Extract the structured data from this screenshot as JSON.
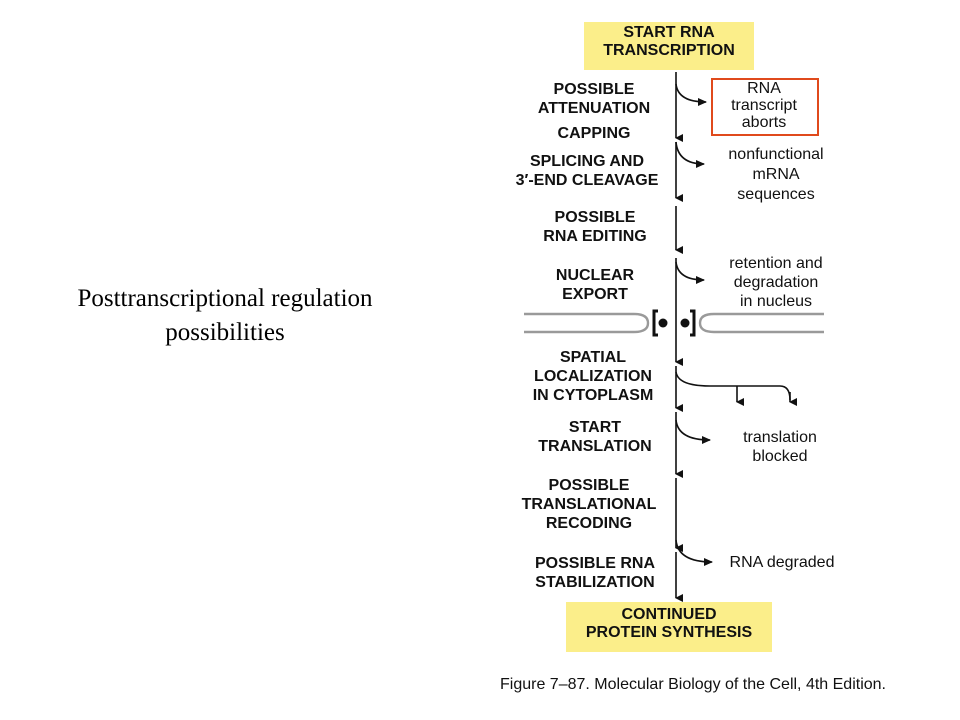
{
  "title": {
    "line1": "Posttranscriptional regulation",
    "line2": "possibilities"
  },
  "diagram": {
    "start_box": {
      "line1": "START RNA",
      "line2": "TRANSCRIPTION"
    },
    "steps": [
      "POSSIBLE\nATTENUATION",
      "CAPPING",
      "SPLICING AND\n3′-END CLEAVAGE",
      "POSSIBLE\nRNA EDITING",
      "NUCLEAR\nEXPORT",
      "SPATIAL\nLOCALIZATION\nIN CYTOPLASM",
      "START\nTRANSLATION",
      "POSSIBLE\nTRANSLATIONAL\nRECODING",
      "POSSIBLE RNA\nSTABILIZATION"
    ],
    "outcomes": [
      "RNA\ntranscript\naborts",
      "nonfunctional\nmRNA\nsequences",
      "retention and\ndegradation\nin nucleus",
      "translation\nblocked",
      "RNA degraded"
    ],
    "end_box": {
      "line1": "CONTINUED",
      "line2": "PROTEIN SYNTHESIS"
    },
    "highlight_color": "#e04a1c",
    "box_color": "#fbee8a"
  },
  "caption": "Figure 7–87. Molecular Biology of the Cell, 4th Edition."
}
